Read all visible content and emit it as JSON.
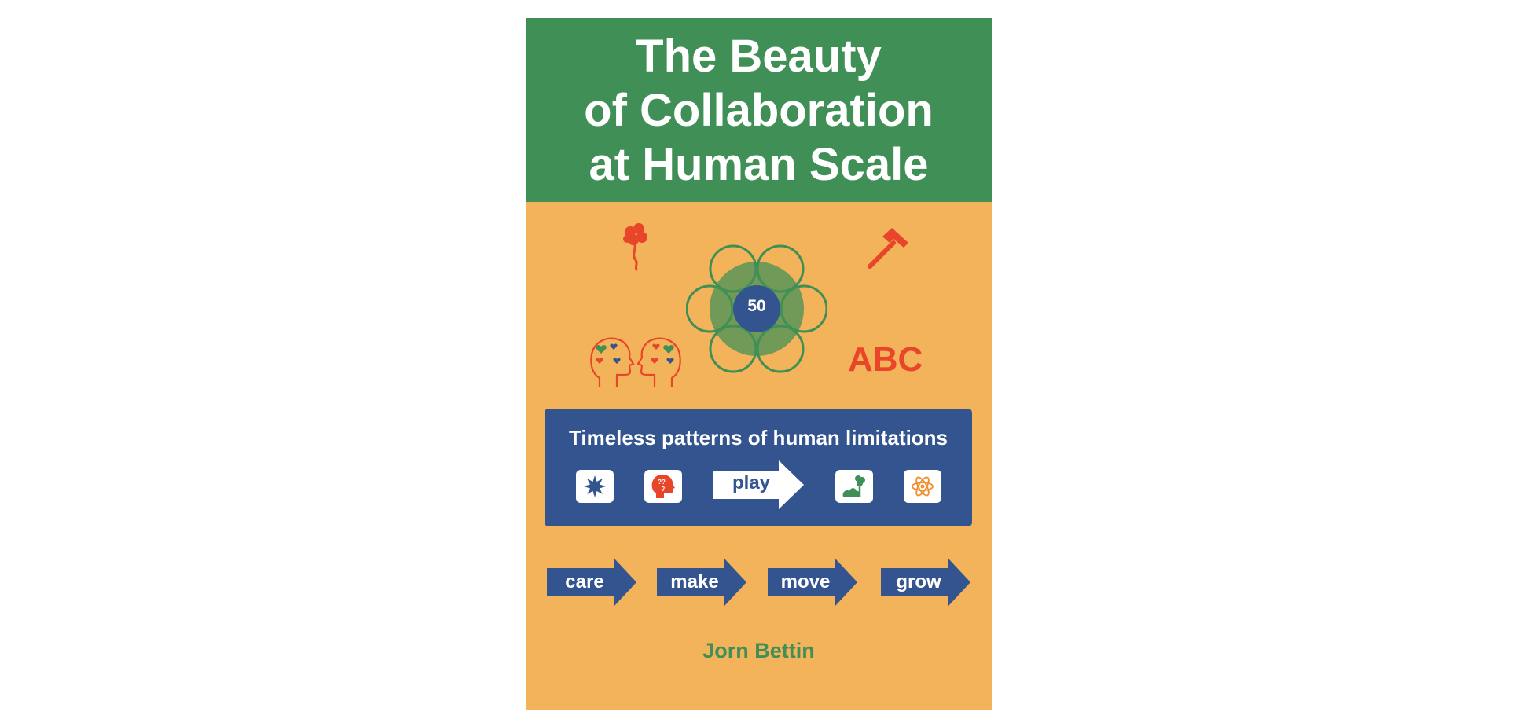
{
  "cover": {
    "title": "The Beauty\nof Collaboration\nat Human Scale",
    "badge_number": "50",
    "abc_text": "ABC",
    "patterns_title": "Timeless patterns of human limitations",
    "play_label": "play",
    "verbs": [
      "care",
      "make",
      "move",
      "grow"
    ],
    "author": "Jorn Bettin",
    "tile_icons": [
      "star-burst-icon",
      "thinking-head-icon",
      "tree-cloud-icon",
      "atom-icon"
    ],
    "decor_icons": [
      "balloon-icon",
      "hammer-icon",
      "hearts-heads-icon",
      "flower-circles-icon"
    ],
    "colors": {
      "green": "#3f8f56",
      "orange": "#f2b35b",
      "blue": "#33548f",
      "red": "#e8452a",
      "white": "#ffffff"
    }
  }
}
